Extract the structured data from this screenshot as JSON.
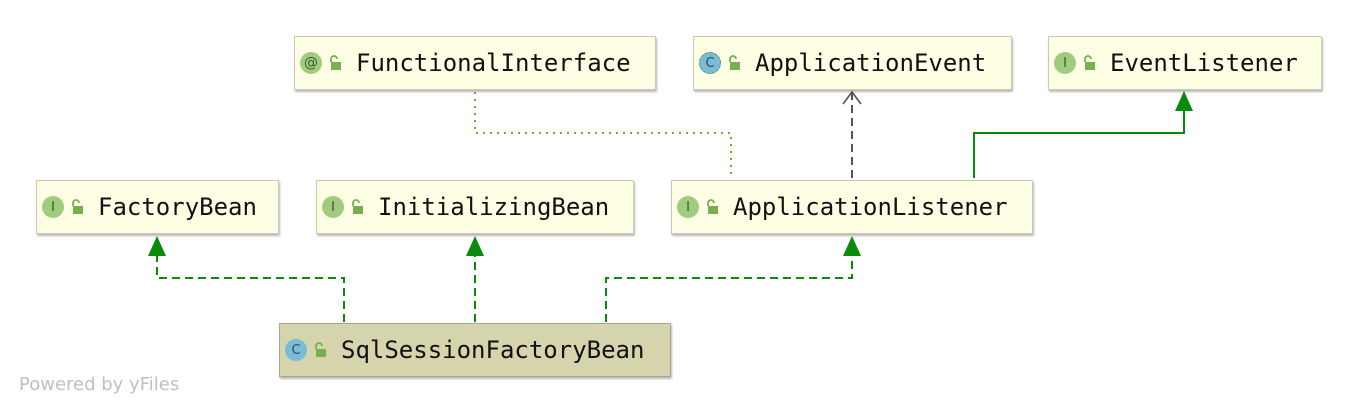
{
  "nodes": {
    "functional_interface": {
      "label": "FunctionalInterface",
      "badge": "@"
    },
    "application_event": {
      "label": "ApplicationEvent",
      "badge": "C"
    },
    "event_listener": {
      "label": "EventListener",
      "badge": "I"
    },
    "factory_bean": {
      "label": "FactoryBean",
      "badge": "I"
    },
    "initializing_bean": {
      "label": "InitializingBean",
      "badge": "I"
    },
    "application_listener": {
      "label": "ApplicationListener",
      "badge": "I"
    },
    "sql_session_factory_bean": {
      "label": "SqlSessionFactoryBean",
      "badge": "C"
    }
  },
  "footer": {
    "text": "Powered by yFiles"
  },
  "colors": {
    "implements": "#0a8a0a",
    "extends": "#0a8a0a",
    "dependency": "#555555",
    "annotation_link": "#9a9a3a"
  }
}
